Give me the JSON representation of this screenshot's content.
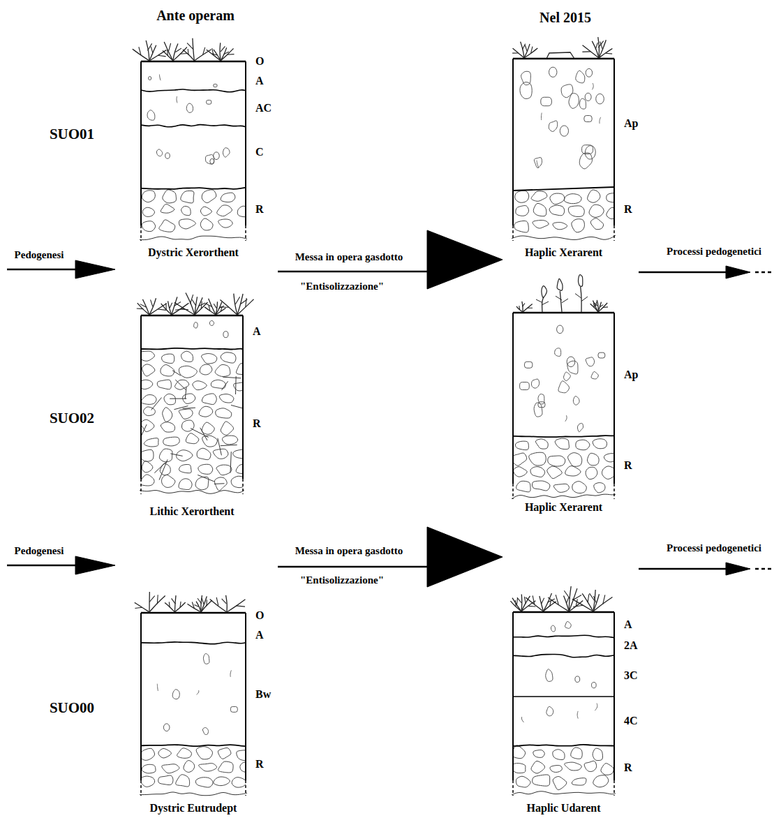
{
  "diagram": {
    "nodes": [
      {
        "text": [
          "O",
          "A",
          "AC",
          "C",
          "R",
          "Dystric Xerorthent"
        ]
      },
      {
        "text": [
          "Ap",
          "R",
          "Haplic Xerarent"
        ]
      },
      {
        "text": [
          "A",
          "R",
          "Lithic Xerorthent"
        ]
      },
      {
        "text": [
          "Ap",
          "R",
          "Haplic Xerarent"
        ]
      },
      {
        "text": [
          "O",
          "A",
          "Bw",
          "R",
          "Dystric Eutrudept"
        ]
      },
      {
        "text": [
          "A",
          "2A",
          "3C",
          "4C",
          "R",
          "Haplic Udarent"
        ]
      }
    ],
    "labels": [
      "Ante operam",
      "Nel 2015",
      "SUO01",
      "Pedogenesi",
      "Messa in opera gasdotto",
      "\"Entisolizzazione\"",
      "Processi pedogenetici",
      "SUO02",
      "Pedogenesi",
      "Messa in opera gasdotto",
      "\"Entisolizzazione\"",
      "Processi pedogenetici",
      "SUO00"
    ]
  }
}
